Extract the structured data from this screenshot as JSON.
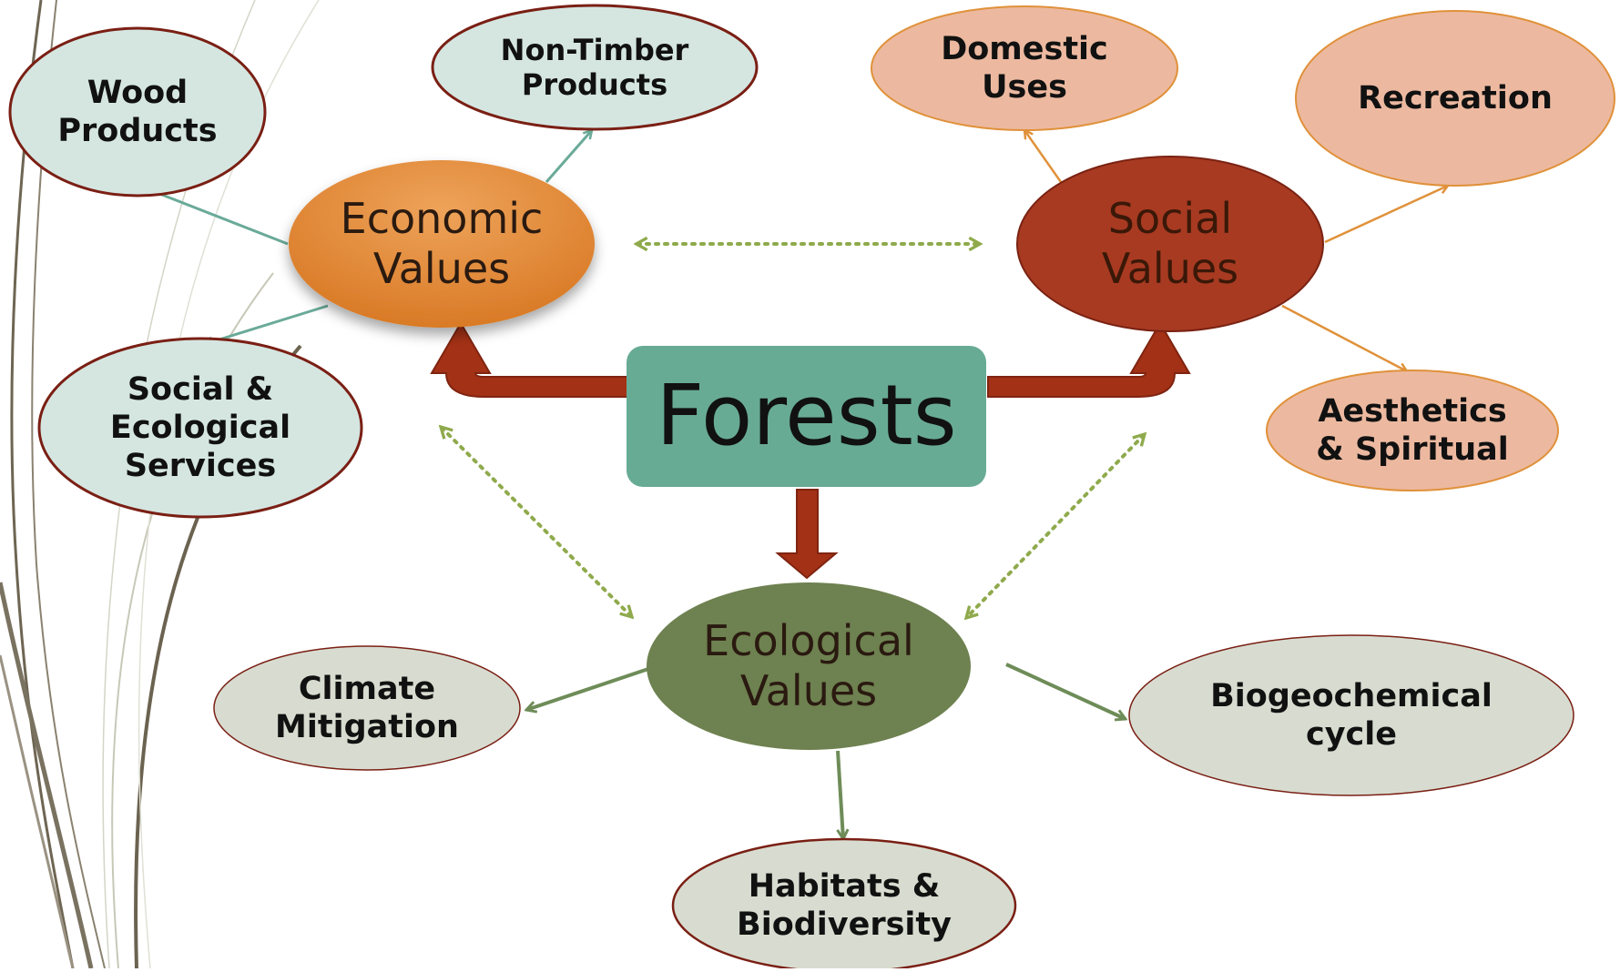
{
  "diagram": {
    "center": "Forests",
    "hubs": {
      "economic": "Economic\nValues",
      "social": "Social\nValues",
      "ecological": "Ecological\nValues"
    },
    "economic_leaves": {
      "wood": "Wood\nProducts",
      "non_timber": "Non-Timber\nProducts",
      "services": "Social &\nEcological\nServices"
    },
    "social_leaves": {
      "domestic": "Domestic\nUses",
      "recreation": "Recreation",
      "aesthetics": "Aesthetics\n& Spiritual"
    },
    "ecological_leaves": {
      "climate": "Climate\nMitigation",
      "biogeo": "Biogeochemical\ncycle",
      "habitats": "Habitats &\nBiodiversity"
    },
    "colors": {
      "teal_node": "#d5e6e1",
      "economic_hub": "#e08a3c",
      "social_hub": "#a83a22",
      "ecological_hub": "#6e8150",
      "salmon_node": "#ecb9a0",
      "sage_node": "#d8dcd0",
      "center_box": "#68ab95",
      "thick_arrow": "#a33116",
      "dotted_arrow": "#8faa4c",
      "teal_arrow": "#6aaa98",
      "orange_arrow": "#e0913a",
      "green_arrow": "#6e8c58"
    }
  }
}
